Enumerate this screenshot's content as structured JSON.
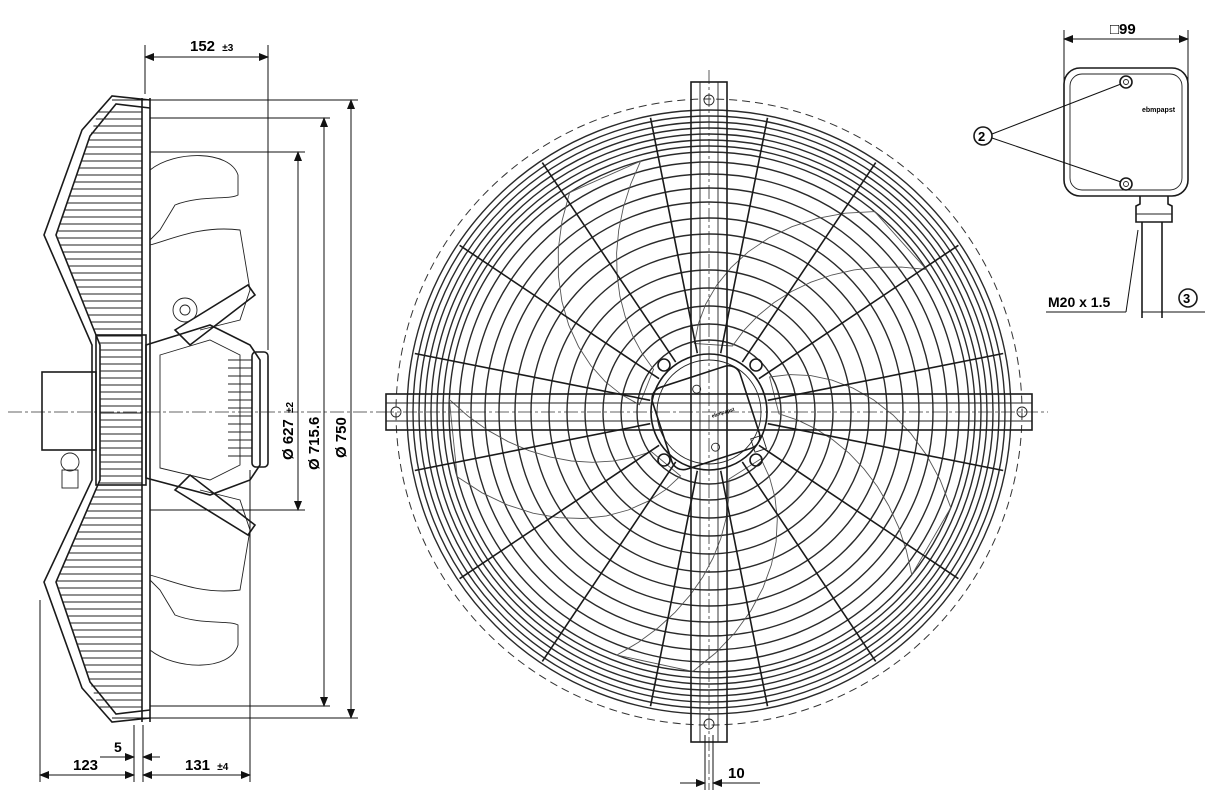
{
  "side_view": {
    "dim_depth_top": "152",
    "dim_depth_top_tol": "±3",
    "dim_d627": "Ø 627",
    "dim_d627_tol": "±2",
    "dim_d715": "Ø 715.6",
    "dim_d750": "Ø 750",
    "dim_bottom_left": "123",
    "dim_bottom_mid": "5",
    "dim_bottom_right": "131",
    "dim_bottom_right_tol": "±4"
  },
  "front_view": {
    "dim_bracket_width": "10",
    "brand": "ebmpapst"
  },
  "terminal_box": {
    "dim_square": "□99",
    "brand": "ebmpapst",
    "callout_screws": "2",
    "callout_cable": "3",
    "thread_label": "M20 x 1.5"
  }
}
